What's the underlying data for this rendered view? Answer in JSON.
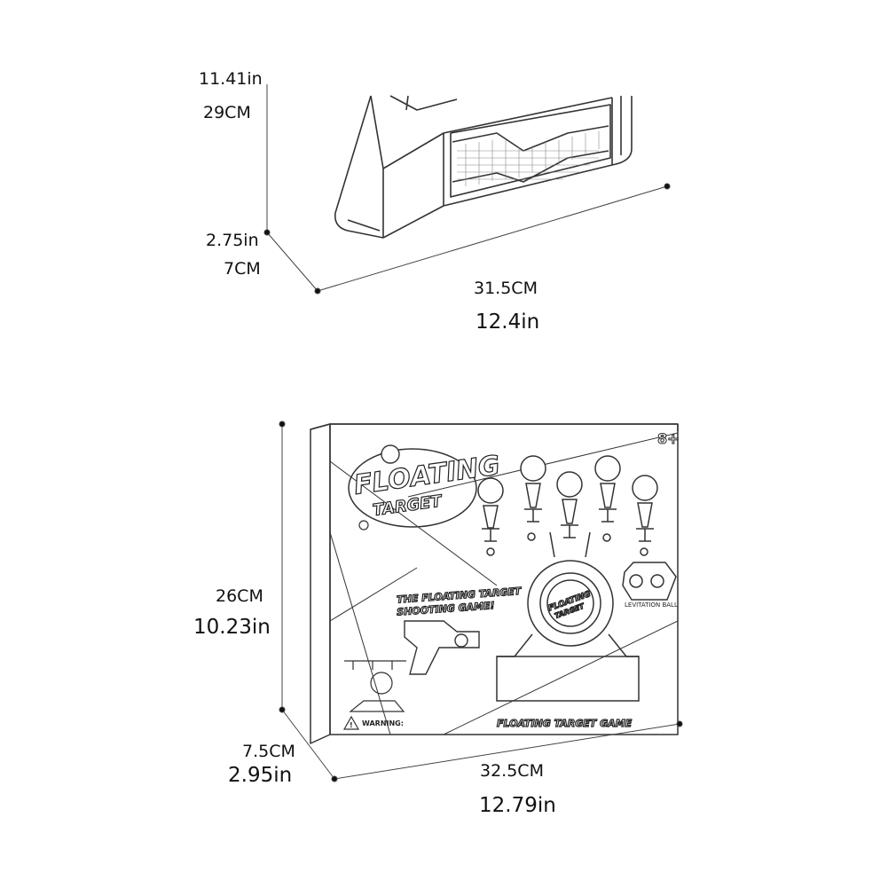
{
  "top_dimensions": {
    "height_in": "11.41in",
    "height_cm": "29CM",
    "depth_in": "2.75in",
    "depth_cm": "7CM",
    "width_cm": "31.5CM",
    "width_in": "12.4in"
  },
  "bottom_dimensions": {
    "height_cm": "26CM",
    "height_in": "10.23in",
    "depth_cm": "7.5CM",
    "depth_in": "2.95in",
    "width_cm": "32.5CM",
    "width_in": "12.79in"
  },
  "box_art": {
    "age_badge": "8+",
    "logo_line1": "FLOATING",
    "logo_line2": "TARGET",
    "tagline1": "THE FLOATING TARGET",
    "tagline2": "SHOOTING GAME!",
    "levitation_label": "LEVITATION BALL",
    "bottom_title": "FLOATING TARGET GAME",
    "warning": "WARNING:",
    "dial_line1": "FLOATING",
    "dial_line2": "TARGET"
  }
}
